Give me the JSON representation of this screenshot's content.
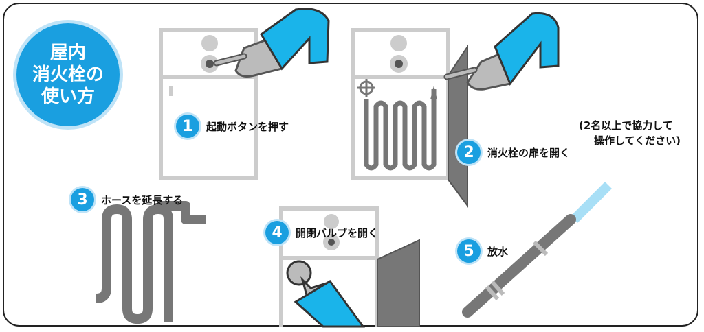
{
  "title": {
    "line1": "屋内",
    "line2": "消火栓の",
    "line3": "使い方"
  },
  "steps": [
    {
      "num": "1",
      "label": "起動ボタンを押す"
    },
    {
      "num": "2",
      "label": "消火栓の扉を開く"
    },
    {
      "num": "3",
      "label": "ホースを延長する"
    },
    {
      "num": "4",
      "label": "開閉バルブを開く"
    },
    {
      "num": "5",
      "label": "放水"
    }
  ],
  "note": {
    "line1": "(2名以上で協力して",
    "line2": "操作してください)"
  },
  "colors": {
    "accent": "#1a9fe0",
    "cabinet": "#cccccc",
    "hose": "#777777",
    "skin": "#bbbbbb"
  },
  "icons": [
    "hand-pressing-button-icon",
    "hand-opening-door-icon",
    "hose-icon",
    "hand-turning-valve-icon",
    "nozzle-spray-icon",
    "valve-wheel-icon"
  ]
}
